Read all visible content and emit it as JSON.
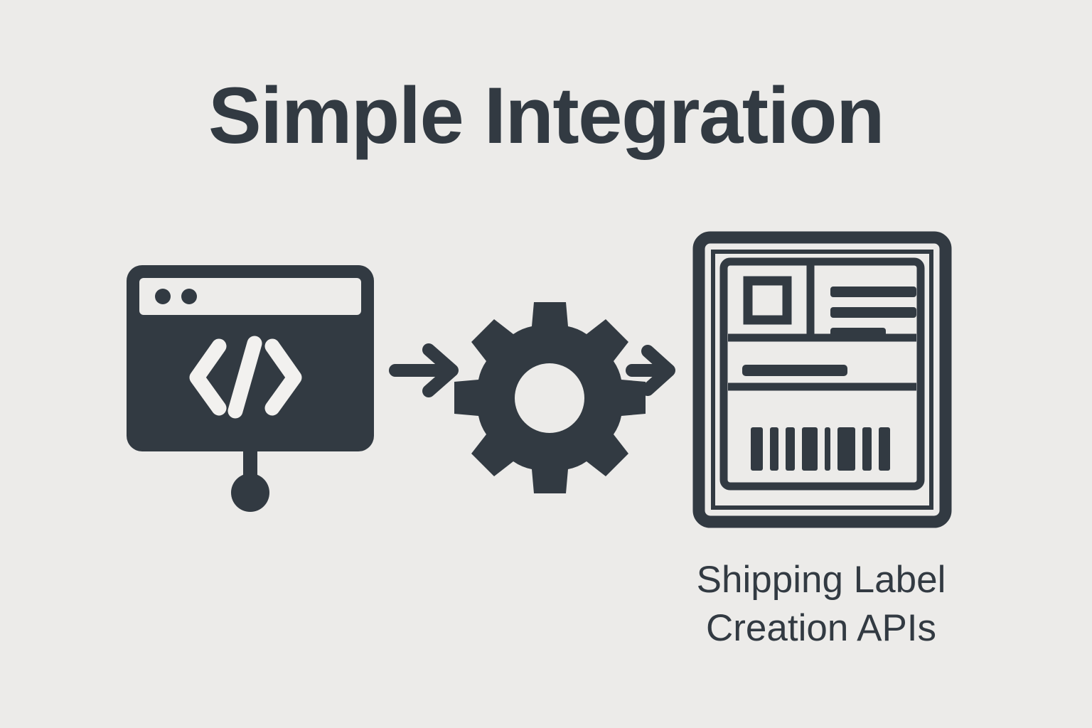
{
  "page": {
    "title": "Simple Integration",
    "background_color": "#ecebe9",
    "ink_color": "#323a42",
    "paper_color": "#edecea"
  },
  "diagram": {
    "type": "flow",
    "steps": [
      {
        "id": "code-window",
        "icon": "code-window-icon",
        "description": "Code window with angle-bracket slash glyph and connector node",
        "label": ""
      },
      {
        "id": "gear",
        "icon": "gear-icon",
        "description": "Eight-tooth gear representing processing",
        "label": ""
      },
      {
        "id": "shipping-label",
        "icon": "shipping-label-icon",
        "description": "Shipping label document with logo box, address lines and barcode",
        "label": "Shipping Label Creation APIs"
      }
    ],
    "connectors": [
      {
        "id": "arrow-1",
        "icon": "arrow-right-icon",
        "from": "code-window",
        "to": "gear"
      },
      {
        "id": "arrow-2",
        "icon": "arrow-right-icon",
        "from": "gear",
        "to": "shipping-label"
      }
    ]
  },
  "code_window": {
    "titlebar_dots": 2,
    "glyph": "</>"
  },
  "shipping_label": {
    "logo_box": "square-outline",
    "address_lines": 3,
    "reference_lines": 1,
    "barcode_bars": 8,
    "caption_line_1": "Shipping Label",
    "caption_line_2": "Creation APIs"
  }
}
